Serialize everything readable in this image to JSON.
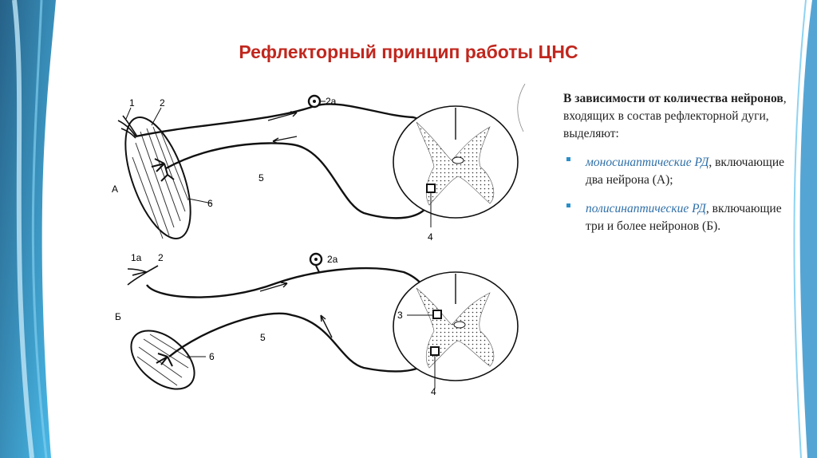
{
  "title": "Рефлекторный принцип работы ЦНС",
  "figure": {
    "labels": {
      "A": "А",
      "B": "Б",
      "n1": "1",
      "n1a": "1а",
      "n2": "2",
      "n2a": "2а",
      "n3": "3",
      "n4": "4",
      "n5": "5",
      "n6": "6"
    }
  },
  "text": {
    "intro_bold": "В зависимости от количества нейронов",
    "intro_rest": ", входящих в состав рефлекторной дуги, выделяют:",
    "items": [
      {
        "term": "моносинаптические РД",
        "rest": ", включающие два нейрона (А);"
      },
      {
        "term": "полисинаптические РД",
        "rest": ", включающие три и более нейронов (Б)."
      }
    ]
  },
  "colors": {
    "title": "#c0271e",
    "accent": "#2a8fc9",
    "term": "#2f6fa8"
  }
}
